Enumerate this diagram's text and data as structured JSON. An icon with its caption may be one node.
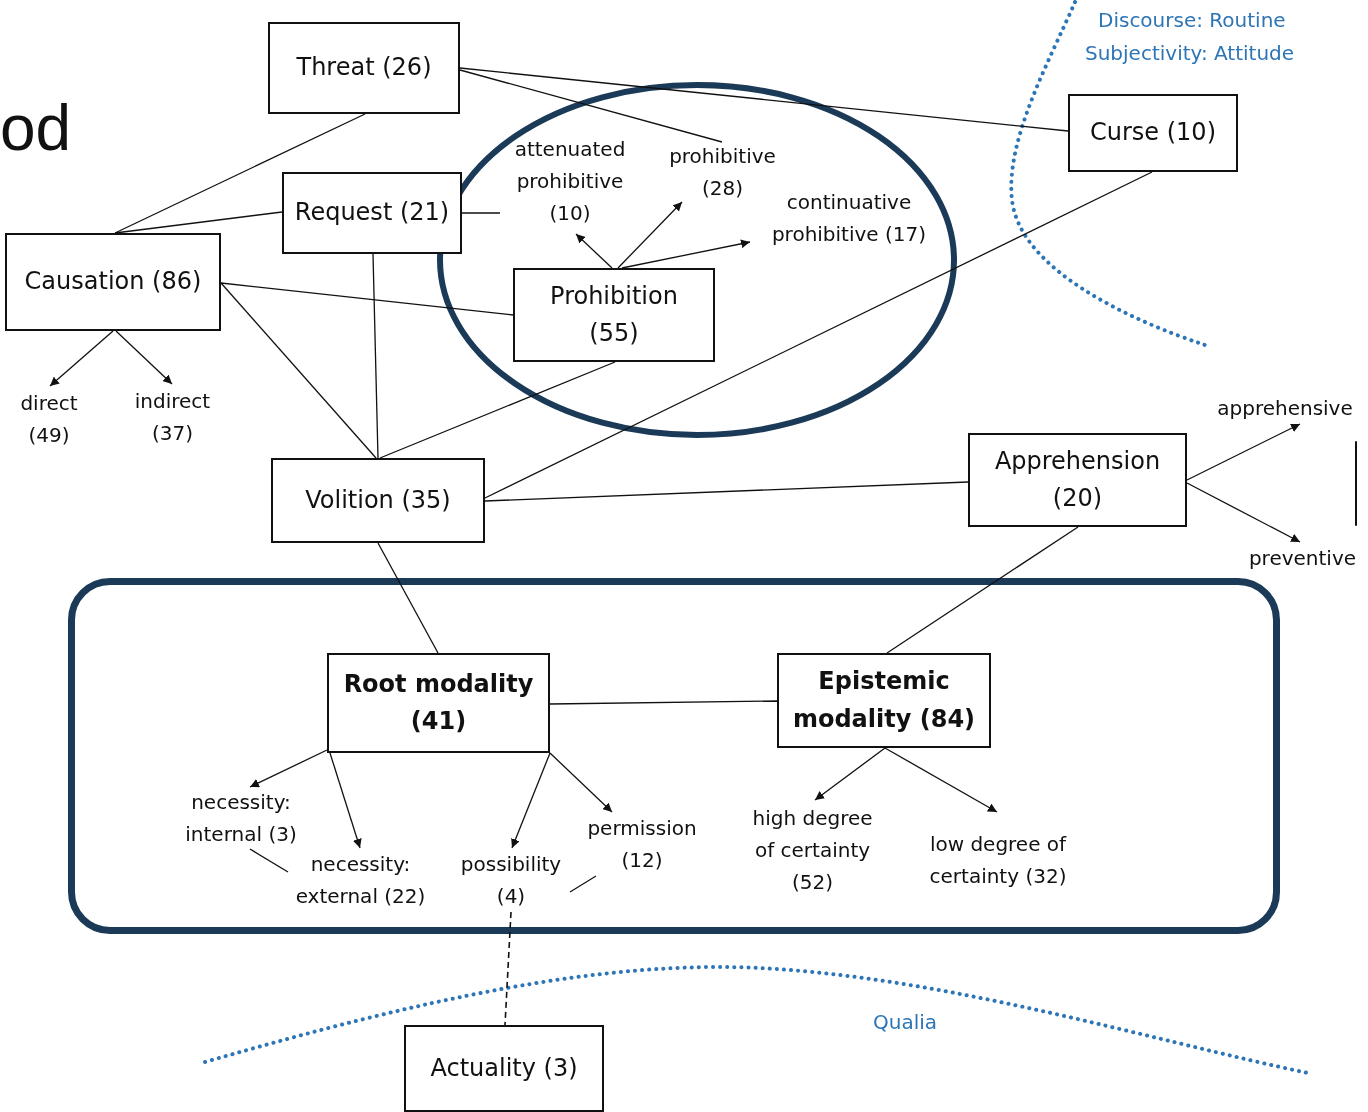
{
  "diagram": {
    "nodes": [
      {
        "text": [
          "Threat (26)"
        ]
      },
      {
        "text": [
          "Curse (10)"
        ]
      },
      {
        "text": [
          "Request (21)"
        ]
      },
      {
        "text": [
          "Causation (86)"
        ]
      },
      {
        "text": [],
        "shape": "ellipse"
      },
      {
        "text": [
          "attenuated prohibitive (10)"
        ],
        "in": 4
      },
      {
        "text": [
          "prohibitive (28)"
        ],
        "in": 4
      },
      {
        "text": [
          "continuative prohibitive (17)"
        ],
        "in": 4
      },
      {
        "text": [
          "Prohibition (55)"
        ],
        "in": 4
      },
      {
        "text": [
          "direct (49)"
        ]
      },
      {
        "text": [
          "indirect (37)"
        ]
      },
      {
        "text": [
          "apprehensive"
        ]
      },
      {
        "text": [
          "Volition (35)"
        ]
      },
      {
        "text": [
          "Apprehension (20)"
        ]
      },
      {
        "text": [
          "preventive"
        ]
      },
      {
        "text": [],
        "shape": "box"
      },
      {
        "text": [
          "Root modality (41)"
        ],
        "in": 15
      },
      {
        "text": [
          "Epistemic modality (84)"
        ],
        "in": 15
      },
      {
        "text": [
          "necessity: internal (3)"
        ],
        "in": 15
      },
      {
        "text": [
          "permission (12)"
        ],
        "in": 15
      },
      {
        "text": [
          "high degree of certainty (52)"
        ],
        "in": 15
      },
      {
        "text": [
          "low degree of certainty (32)"
        ],
        "in": 15
      },
      {
        "text": [
          "necessity: external (22)"
        ],
        "in": 15
      },
      {
        "text": [
          "possibility (4)"
        ],
        "in": 15
      },
      {
        "text": [
          "Actuality (3)"
        ]
      }
    ],
    "edges": [
      {
        "from": 0,
        "to": 3,
        "arrow": "none"
      },
      {
        "from": 0,
        "to": 1,
        "arrow": "none"
      },
      {
        "from": 0,
        "to": 6,
        "arrow": "none"
      },
      {
        "from": 2,
        "to": 3,
        "arrow": "none"
      },
      {
        "from": 2,
        "to": 5,
        "arrow": "none"
      },
      {
        "from": 2,
        "to": 12,
        "arrow": "none"
      },
      {
        "from": 3,
        "to": 8,
        "arrow": "none"
      },
      {
        "from": 3,
        "to": 12,
        "arrow": "none"
      },
      {
        "from": 3,
        "to": 9,
        "arrow": "to"
      },
      {
        "from": 3,
        "to": 10,
        "arrow": "to"
      },
      {
        "from": 8,
        "to": 5,
        "arrow": "to"
      },
      {
        "from": 8,
        "to": 6,
        "arrow": "to"
      },
      {
        "from": 8,
        "to": 7,
        "arrow": "to"
      },
      {
        "from": 8,
        "to": 12,
        "arrow": "none"
      },
      {
        "from": 1,
        "to": 12,
        "arrow": "none"
      },
      {
        "from": 12,
        "to": 13,
        "arrow": "none"
      },
      {
        "from": 12,
        "to": 16,
        "arrow": "none"
      },
      {
        "from": 13,
        "to": 11,
        "arrow": "to"
      },
      {
        "from": 13,
        "to": 14,
        "arrow": "to"
      },
      {
        "from": 13,
        "to": 17,
        "arrow": "none"
      },
      {
        "from": 16,
        "to": 17,
        "arrow": "none"
      },
      {
        "from": 16,
        "to": 18,
        "arrow": "to"
      },
      {
        "from": 16,
        "to": 22,
        "arrow": "to"
      },
      {
        "from": 16,
        "to": 23,
        "arrow": "to"
      },
      {
        "from": 16,
        "to": 19,
        "arrow": "to"
      },
      {
        "from": 17,
        "to": 20,
        "arrow": "to"
      },
      {
        "from": 17,
        "to": 21,
        "arrow": "to"
      },
      {
        "from": 18,
        "to": 22,
        "arrow": "none"
      },
      {
        "from": 23,
        "to": 19,
        "arrow": "none"
      },
      {
        "from": 23,
        "to": 24,
        "arrow": "none",
        "style": "dashed"
      }
    ],
    "labels": [
      "od",
      "Discourse: Routine",
      "Subjectivity: Attitude",
      "Qualia"
    ]
  }
}
